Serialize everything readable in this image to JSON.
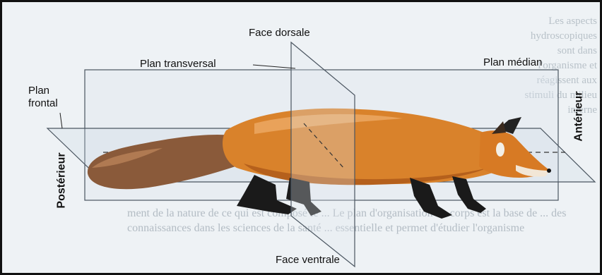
{
  "labels": {
    "face_dorsale": "Face dorsale",
    "plan_transversal": "Plan transversal",
    "plan_median": "Plan médian",
    "plan": "Plan",
    "frontal": "frontal",
    "posterieur": "Postérieur",
    "anterieur": "Antérieur",
    "face_ventrale": "Face ventrale"
  },
  "background_text": {
    "right_column": "Les aspects hydroscopiques sont dans l'organisme et réagissent aux stimuli du milieu interne",
    "bottom_lines": "ment de la nature de ce qui est composé le ... Le plan d'organisation du corps est la base de ... des connaissances dans les sciences de la santé ... essentielle et permet d'étudier l'organisme"
  },
  "colors": {
    "frame": "#111111",
    "plane_stroke": "#4a5560",
    "fox_orange": "#d9822b",
    "fox_dark": "#b5601c",
    "fox_legs": "#1a1a1a"
  }
}
